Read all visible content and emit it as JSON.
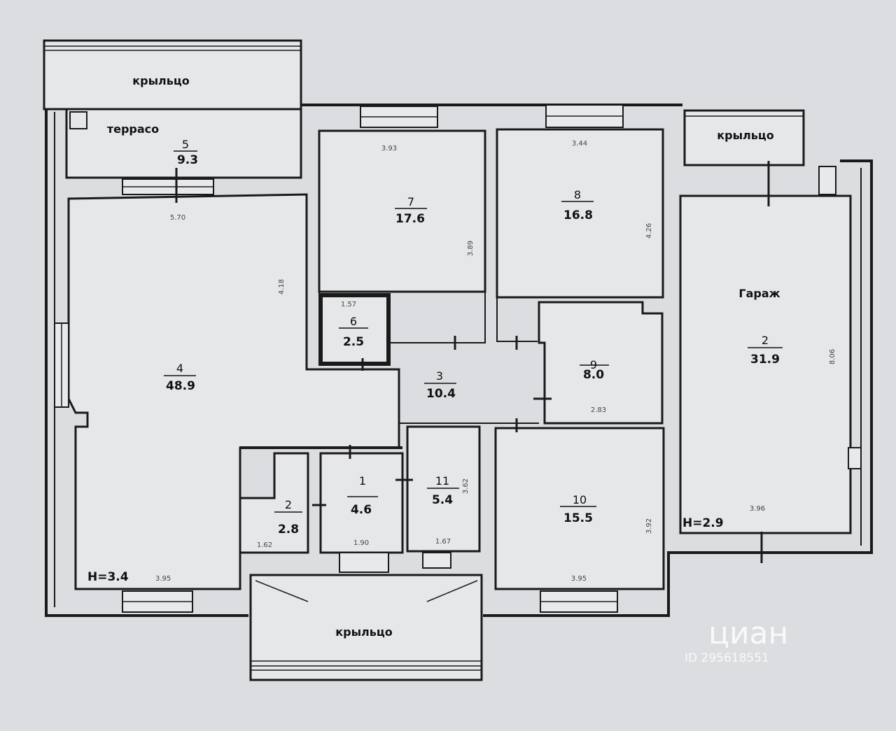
{
  "rooms": [
    {
      "id": "r1",
      "number": "1",
      "area": "4.6"
    },
    {
      "id": "r2",
      "number": "2",
      "area": "2.8"
    },
    {
      "id": "r3",
      "number": "3",
      "area": "10.4"
    },
    {
      "id": "r4",
      "number": "4",
      "area": "48.9"
    },
    {
      "id": "r5",
      "number": "5",
      "area": "9.3",
      "name": "террасо"
    },
    {
      "id": "r6",
      "number": "6",
      "area": "2.5"
    },
    {
      "id": "r7",
      "number": "7",
      "area": "17.6"
    },
    {
      "id": "r8",
      "number": "8",
      "area": "16.8"
    },
    {
      "id": "r9",
      "number": "9",
      "area": "8.0"
    },
    {
      "id": "r10",
      "number": "10",
      "area": "15.5"
    },
    {
      "id": "r11",
      "number": "11",
      "area": "5.4"
    },
    {
      "id": "garage",
      "number": "2",
      "area": "31.9",
      "name": "Гараж"
    }
  ],
  "porches": {
    "top_left": "крыльцо",
    "top_right": "крыльцо",
    "bottom": "крыльцо"
  },
  "heights": {
    "left": "Н=3.4",
    "right": "Н=2.9"
  },
  "dimensions": {
    "d_570": "5.70",
    "d_418": "4.18",
    "d_393": "3.93",
    "d_389": "3.89",
    "d_344": "3.44",
    "d_426": "4.26",
    "d_157": "1.57",
    "d_283": "2.83",
    "d_162": "1.62",
    "d_190": "1.90",
    "d_167": "1.67",
    "d_362": "3.62",
    "d_392": "3.92",
    "d_395": "3.95",
    "d_395b": "3.95",
    "d_806": "8.06",
    "d_396": "3.96"
  },
  "watermark": {
    "brand": "циан",
    "id": "ID 295618551"
  }
}
